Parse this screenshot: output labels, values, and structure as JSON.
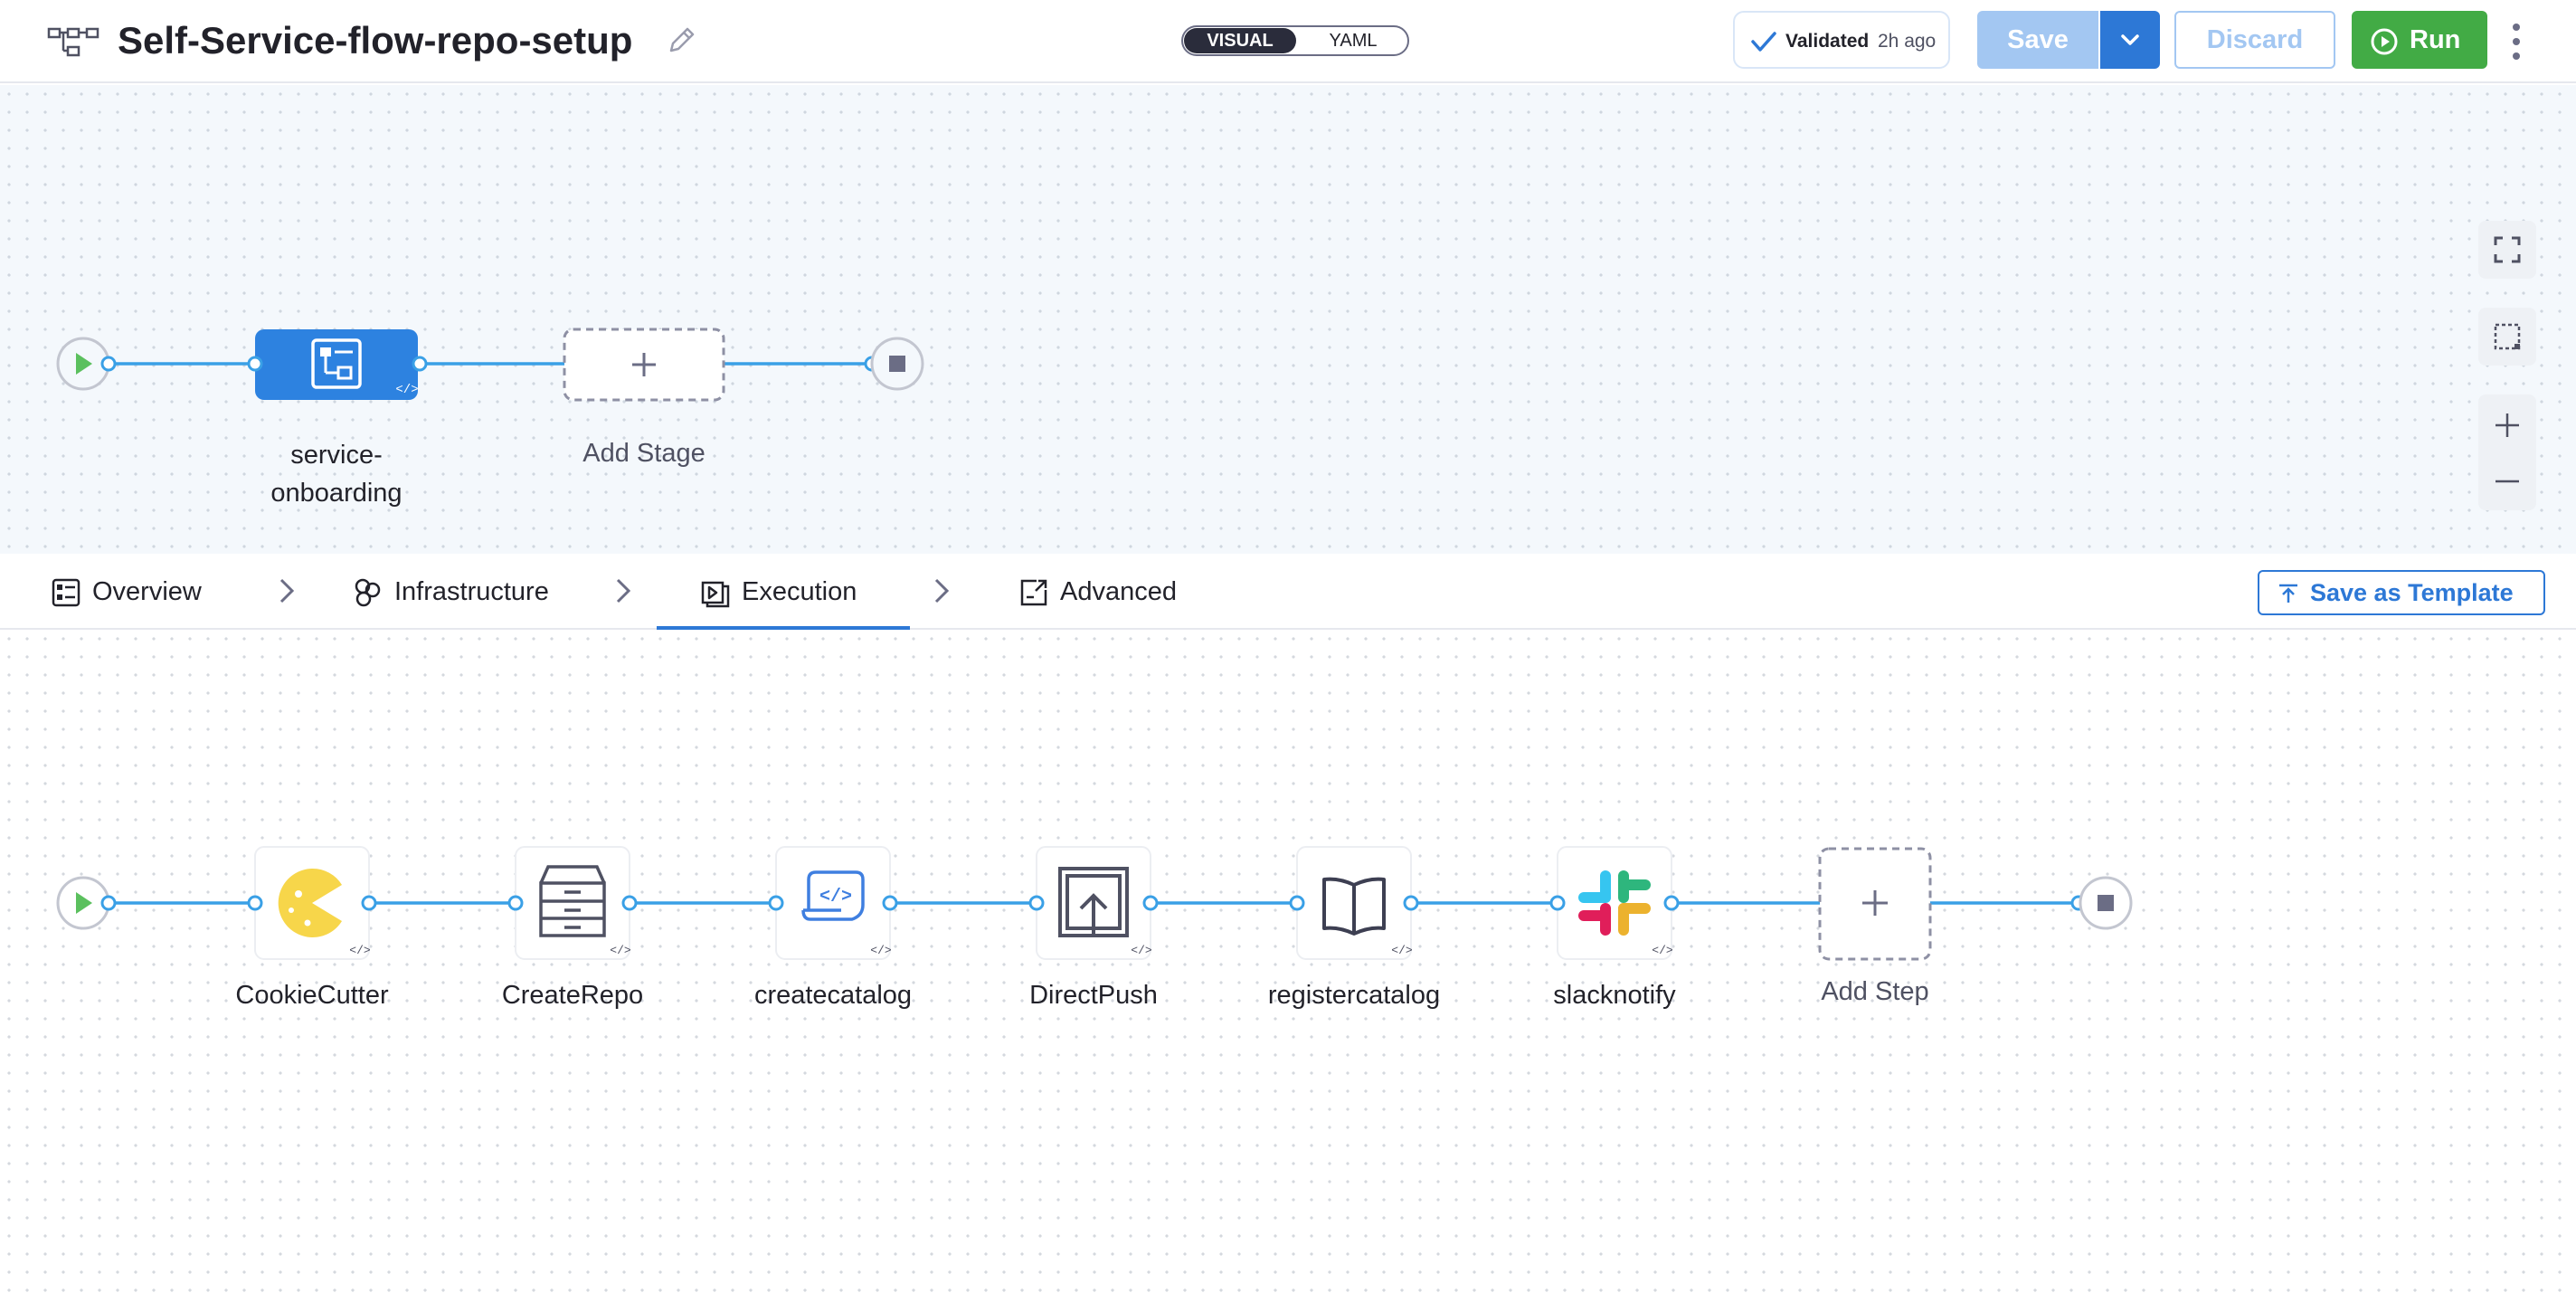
{
  "header": {
    "title": "Self-Service-flow-repo-setup",
    "toggle": {
      "visual": "VISUAL",
      "yaml": "YAML"
    },
    "validated": {
      "label": "Validated",
      "time": "2h ago"
    },
    "save_label": "Save",
    "discard_label": "Discard",
    "run_label": "Run"
  },
  "stages": {
    "items": [
      {
        "label": "service-\nonboarding"
      }
    ],
    "add_label": "Add Stage"
  },
  "tabs": [
    {
      "label": "Overview",
      "icon": "overview-icon"
    },
    {
      "label": "Infrastructure",
      "icon": "infrastructure-icon"
    },
    {
      "label": "Execution",
      "icon": "execution-icon",
      "active": true
    },
    {
      "label": "Advanced",
      "icon": "advanced-icon"
    }
  ],
  "save_template_label": "Save as Template",
  "steps": {
    "items": [
      {
        "label": "CookieCutter",
        "icon": "cookiecutter-icon"
      },
      {
        "label": "CreateRepo",
        "icon": "file-cabinet-icon"
      },
      {
        "label": "createcatalog",
        "icon": "script-code-icon"
      },
      {
        "label": "DirectPush",
        "icon": "push-upload-icon"
      },
      {
        "label": "registercatalog",
        "icon": "open-book-icon"
      },
      {
        "label": "slacknotify",
        "icon": "slack-icon"
      }
    ],
    "add_label": "Add Step"
  },
  "colors": {
    "accent": "#2d78d6",
    "run": "#42ab45",
    "wire": "#3aa0e6"
  }
}
